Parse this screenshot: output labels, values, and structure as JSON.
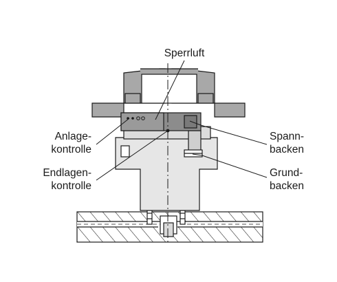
{
  "diagram": {
    "labels": {
      "sperrluft": "Sperrluft",
      "anlage_line1": "Anlage-",
      "anlage_line2": "kontrolle",
      "endlagen_line1": "Endlagen-",
      "endlagen_line2": "kontrolle",
      "spann_line1": "Spann-",
      "spann_line2": "backen",
      "grund_line1": "Grund-",
      "grund_line2": "backen"
    },
    "colors": {
      "fixture_gray": "#a8a8a8",
      "chuck_light": "#e6e6e6",
      "chuck_medium": "#c8c8c8",
      "jaw_dark": "#8c8c8c",
      "line": "#1a1a1a",
      "background": "#ffffff"
    }
  }
}
